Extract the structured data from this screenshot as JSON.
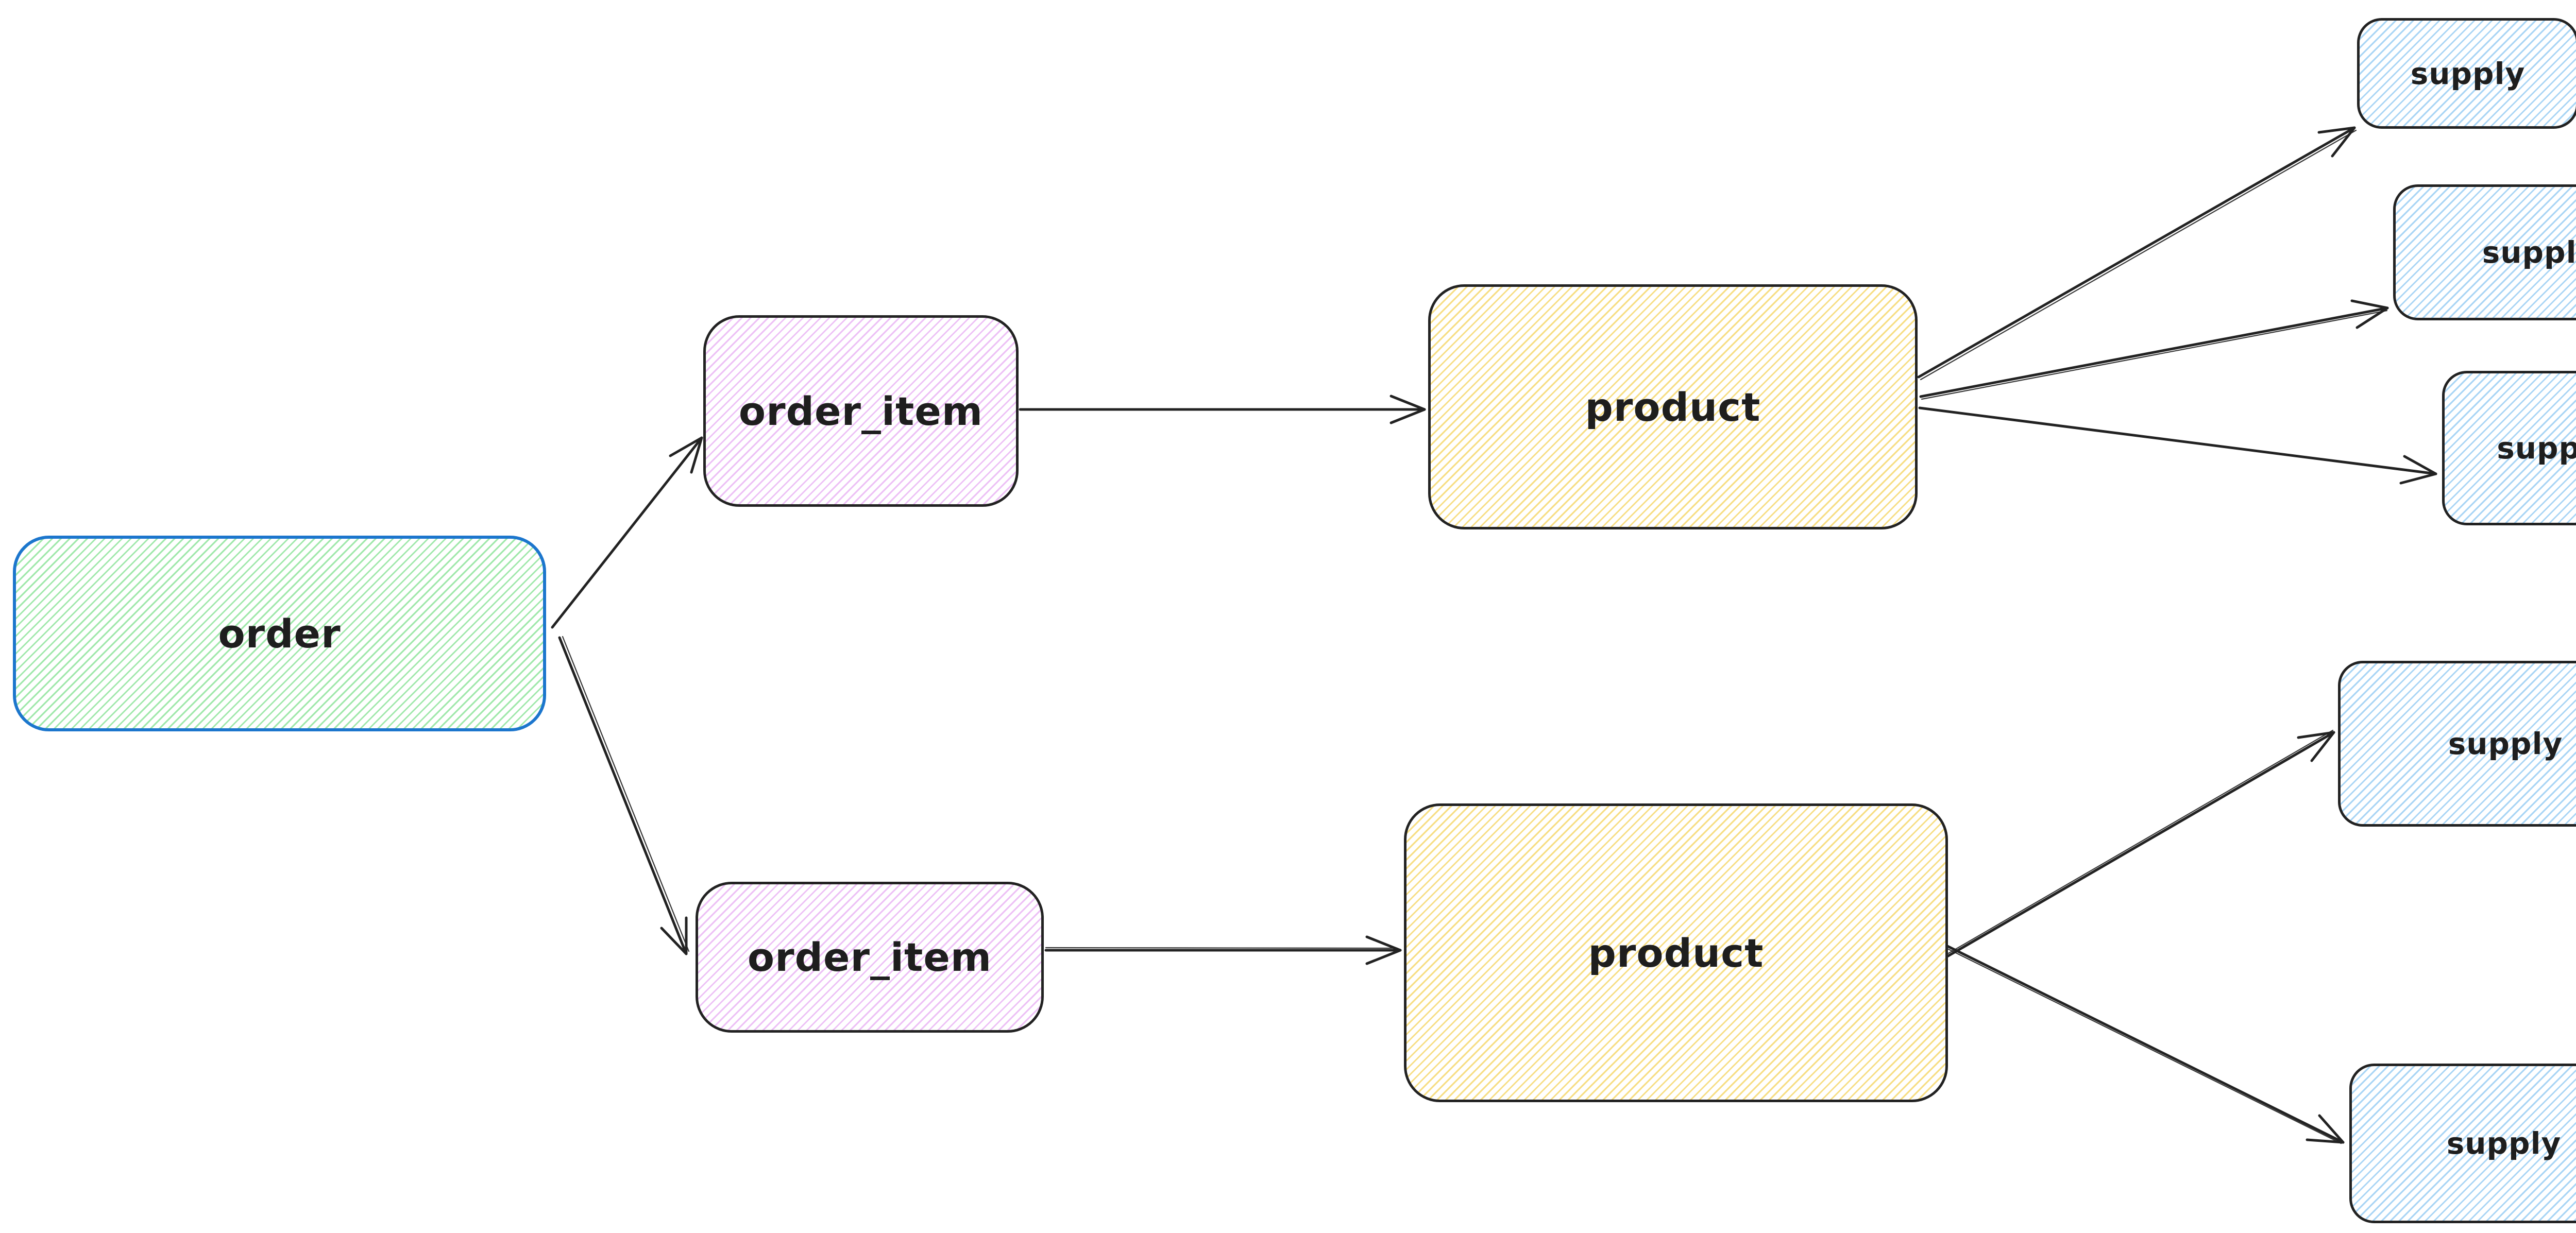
{
  "diagram": {
    "nodes": [
      {
        "id": "order",
        "label": "order",
        "shape": "rounded-rectangle",
        "fill_hatch": "green",
        "border": "blue"
      },
      {
        "id": "order_item_top",
        "label": "order_item",
        "shape": "rounded-rectangle",
        "fill_hatch": "pink",
        "border": "dark"
      },
      {
        "id": "order_item_bottom",
        "label": "order_item",
        "shape": "rounded-rectangle",
        "fill_hatch": "pink",
        "border": "dark"
      },
      {
        "id": "product_top",
        "label": "product",
        "shape": "rounded-rectangle",
        "fill_hatch": "yellow",
        "border": "dark"
      },
      {
        "id": "product_bottom",
        "label": "product",
        "shape": "rounded-rectangle",
        "fill_hatch": "yellow",
        "border": "dark"
      },
      {
        "id": "supply_1",
        "label": "supply",
        "shape": "rounded-rectangle",
        "fill_hatch": "blue",
        "border": "dark"
      },
      {
        "id": "supply_2",
        "label": "supply",
        "shape": "rounded-rectangle",
        "fill_hatch": "blue",
        "border": "dark"
      },
      {
        "id": "supply_3",
        "label": "supply",
        "shape": "rounded-rectangle",
        "fill_hatch": "blue",
        "border": "dark"
      },
      {
        "id": "supply_4",
        "label": "supply",
        "shape": "rounded-rectangle",
        "fill_hatch": "blue",
        "border": "dark"
      },
      {
        "id": "supply_5",
        "label": "supply",
        "shape": "rounded-rectangle",
        "fill_hatch": "blue",
        "border": "dark"
      }
    ],
    "edges": [
      {
        "from": "order",
        "to": "order_item_top"
      },
      {
        "from": "order",
        "to": "order_item_bottom"
      },
      {
        "from": "order_item_top",
        "to": "product_top"
      },
      {
        "from": "order_item_bottom",
        "to": "product_bottom"
      },
      {
        "from": "product_top",
        "to": "supply_1"
      },
      {
        "from": "product_top",
        "to": "supply_2"
      },
      {
        "from": "product_top",
        "to": "supply_3"
      },
      {
        "from": "product_bottom",
        "to": "supply_4"
      },
      {
        "from": "product_bottom",
        "to": "supply_5"
      }
    ],
    "palette": {
      "canvas_bg": "#ffffff",
      "stroke_dark": "#222222",
      "order_border": "#1c76cd",
      "hatch_green": "#a0e8ab",
      "hatch_pink": "#edc1f6",
      "hatch_yellow": "#f7de84",
      "hatch_blue": "#a9d5f5",
      "text": "#1e1e1e"
    }
  }
}
